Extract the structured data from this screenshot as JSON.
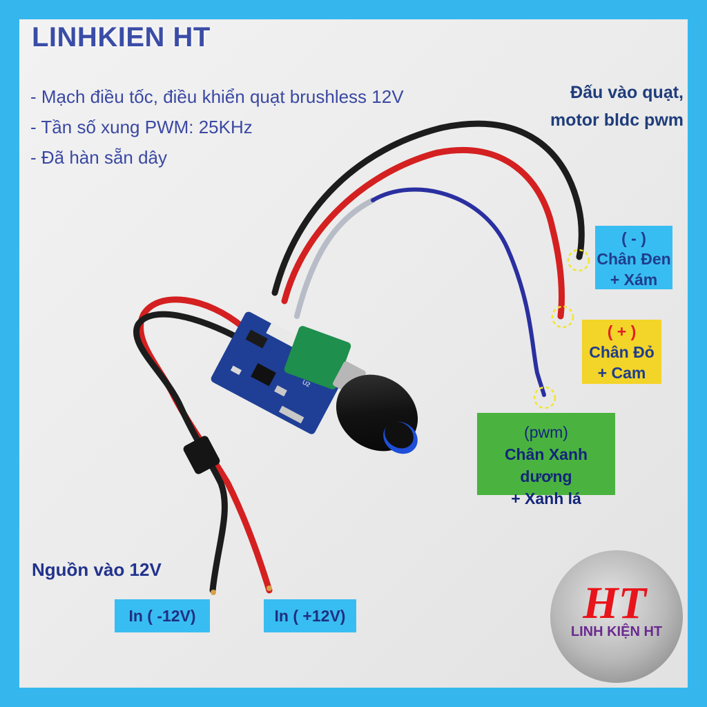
{
  "brand": {
    "title": "LINHKIEN HT",
    "logo_mark": "HT",
    "logo_name": "LINH KIỆN HT"
  },
  "features": [
    "- Mạch điều tốc, điều khiển quạt brushless 12V",
    "- Tần số xung PWM: 25KHz",
    "- Đã hàn sẵn dây"
  ],
  "fan_output": {
    "line1": "Đấu vào quạt,",
    "line2": "motor bldc pwm"
  },
  "pins": {
    "negative": {
      "symbol": "( - )",
      "line1": "Chân Đen",
      "line2": "+ Xám",
      "color": "#38bdf2"
    },
    "positive": {
      "symbol": "( + )",
      "line1": "Chân Đỏ",
      "line2": "+ Cam",
      "color": "#f3d428"
    },
    "pwm": {
      "symbol": "(pwm)",
      "line1": "Chân Xanh dương",
      "line2": "+ Xanh lá",
      "color": "#4ab33f"
    }
  },
  "power": {
    "label": "Nguồn vào 12V",
    "in_negative": "In ( -12V)",
    "in_positive": "In ( +12V)"
  },
  "board": {
    "pcb_label": "U2"
  },
  "colors": {
    "frame": "#35b7ee",
    "title": "#3a4da6",
    "pcb": "#1f3f96",
    "wire_red": "#d42020",
    "wire_black": "#1c1c1c",
    "wire_blue": "#2a2fa0",
    "wire_gray": "#b7bcc7",
    "logo_accent": "#e8141b"
  }
}
